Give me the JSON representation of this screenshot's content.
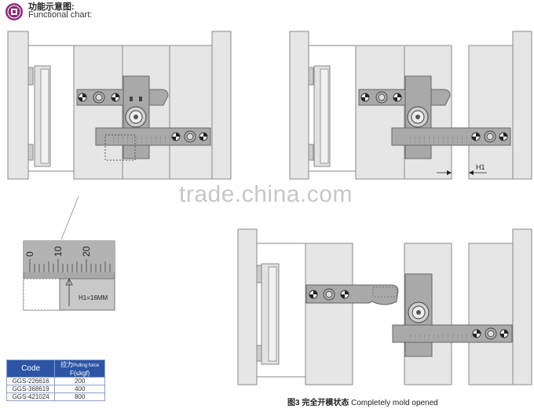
{
  "header": {
    "title": "功能示意图:",
    "subtitle": "Functional chart:",
    "logo_icon": "brand-seal-icon"
  },
  "watermark": "trade.china.com",
  "scale": {
    "ticks": [
      "0",
      "10",
      "20"
    ],
    "label": "H1=16MM"
  },
  "dimension_label": "H1",
  "table": {
    "header_code": "Code",
    "header_force_cn": "拉力",
    "header_force_en": "Pulling force",
    "header_force_unit": "F(≤kgf)",
    "rows": [
      {
        "code": "GGS-226616",
        "force": "200"
      },
      {
        "code": "GGS-368619",
        "force": "400"
      },
      {
        "code": "GGS-421024",
        "force": "800"
      }
    ]
  },
  "caption": {
    "cn": "图3 完全开模状态",
    "en": "Completely mold opened"
  },
  "colors": {
    "plate": "#e6e6e6",
    "plate_stroke": "#8a8a8a",
    "bar": "#a9a9a9",
    "table_header": "#2e55a5"
  }
}
